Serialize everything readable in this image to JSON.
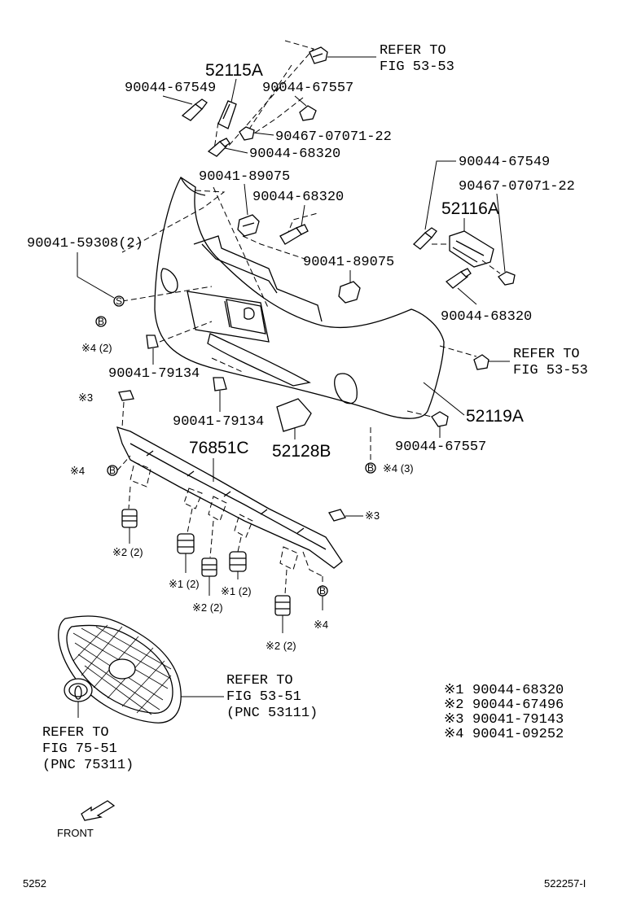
{
  "labels": {
    "p52115A": "52115A",
    "p90044_67549_a": "90044-67549",
    "p90044_67557_a": "90044-67557",
    "p90467_a": "90467-07071-22",
    "p90044_68320_a": "90044-68320",
    "refer_53_53_a_1": "REFER TO",
    "refer_53_53_a_2": "FIG 53-53",
    "p90041_89075_a": "90041-89075",
    "p90044_68320_b": "90044-68320",
    "p90041_59308": "90041-59308(2)",
    "p90041_89075_b": "90041-89075",
    "p90044_67549_b": "90044-67549",
    "p90467_b": "90467-07071-22",
    "p52116A": "52116A",
    "p90044_68320_c": "90044-68320",
    "refer_53_53_b_1": "REFER TO",
    "refer_53_53_b_2": "FIG 53-53",
    "p52119A": "52119A",
    "p90044_67557_b": "90044-67557",
    "p90041_79134_a": "90041-79134",
    "p90041_79134_b": "90041-79134",
    "p52128B": "52128B",
    "p76851C": "76851C",
    "mark_s": "S",
    "mark_b1": "B",
    "note_x4_2_a": "※4 (2)",
    "note_x3_a": "※3",
    "note_x4_b": "※4",
    "mark_b2": "B",
    "note_x4_3": "※4 (3)",
    "mark_b3": "B",
    "note_x3_b": "※3",
    "note_x2_2_a": "※2 (2)",
    "note_x1_2_a": "※1 (2)",
    "note_x2_2_b": "※2 (2)",
    "note_x1_2_b": "※1 (2)",
    "note_x2_2_c": "※2 (2)",
    "mark_b4": "B",
    "note_x4_c": "※4",
    "refer_53_51_1": "REFER TO",
    "refer_53_51_2": "FIG 53-51",
    "refer_53_51_3": "(PNC 53111)",
    "refer_75_51_1": "REFER TO",
    "refer_75_51_2": "FIG 75-51",
    "refer_75_51_3": "(PNC 75311)",
    "front": "FRONT",
    "page_left": "5252",
    "page_right": "522257-I"
  },
  "legend": [
    {
      "mark": "※1",
      "part": "90044-68320"
    },
    {
      "mark": "※2",
      "part": "90044-67496"
    },
    {
      "mark": "※3",
      "part": "90041-79143"
    },
    {
      "mark": "※4",
      "part": "90041-09252"
    }
  ],
  "icons": [
    "arrow-front-icon",
    "toyota-emblem-icon"
  ]
}
